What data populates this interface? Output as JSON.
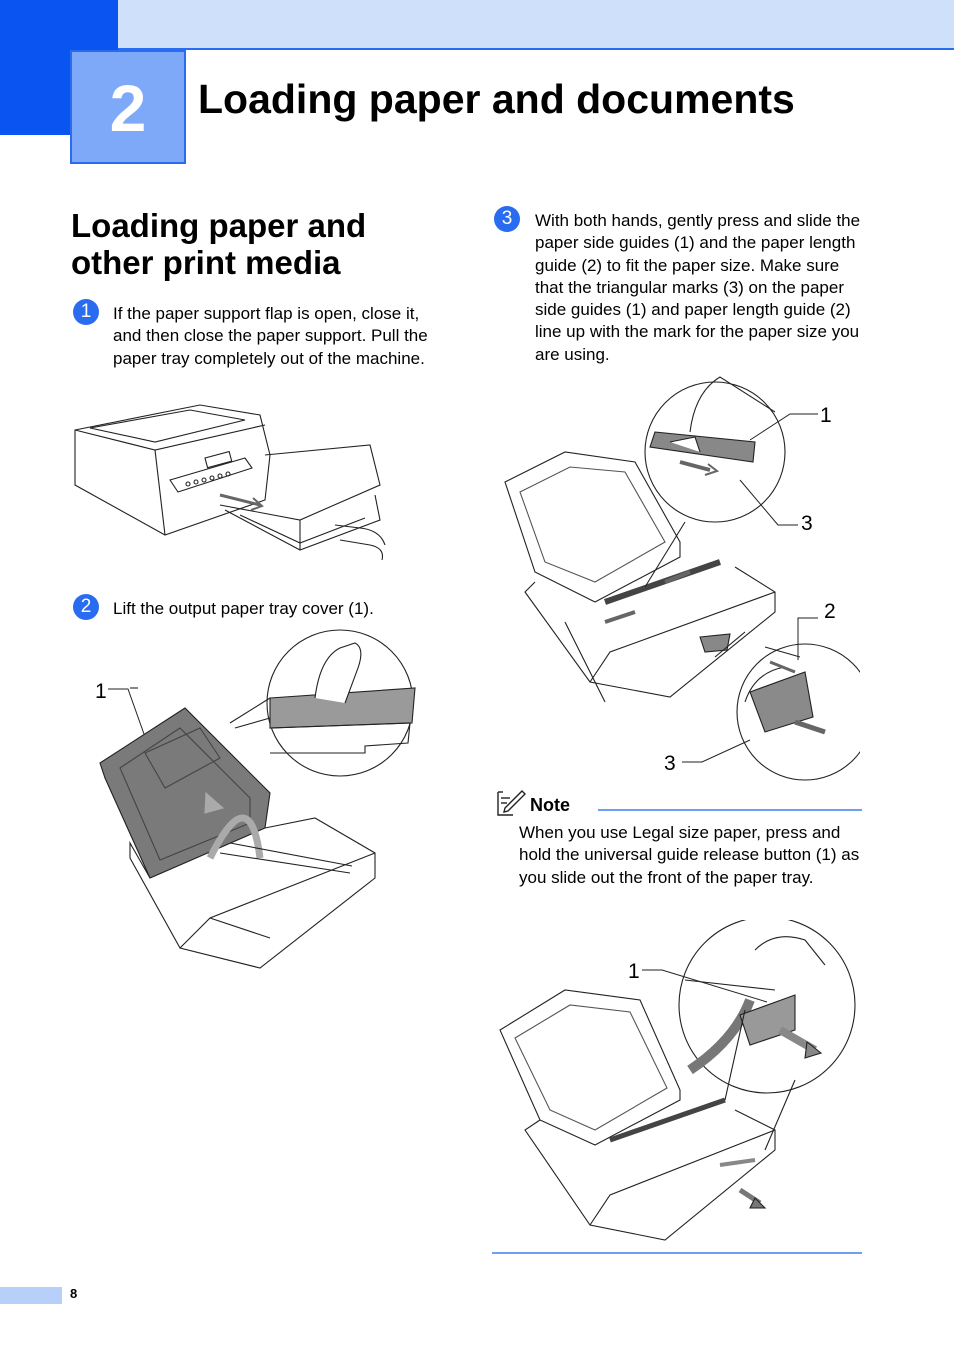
{
  "chapter": {
    "number": "2",
    "title": "Loading paper and documents"
  },
  "section": {
    "title": "Loading paper and other print media"
  },
  "steps": [
    {
      "number": "1",
      "text": "If the paper support flap is open, close it, and then close the paper support. Pull the paper tray completely out of the machine."
    },
    {
      "number": "2",
      "text": "Lift the output paper tray cover (1)."
    },
    {
      "number": "3",
      "text": "With both hands, gently press and slide the paper side guides (1) and the paper length guide (2) to fit the paper size. Make sure that the triangular marks (3) on the paper side guides (1) and paper length guide (2) line up with the mark for the paper size you are using."
    }
  ],
  "figures": {
    "fig2_callouts": [
      "1"
    ],
    "fig3_callouts": [
      "1",
      "3",
      "2",
      "3"
    ],
    "fig_note_callouts": [
      "1"
    ]
  },
  "note": {
    "title": "Note",
    "text": "When you use Legal size paper, press and hold the universal guide release button (1) as you slide out the front of the paper tray."
  },
  "footer": {
    "page_number": "8"
  },
  "colors": {
    "accent": "#0a55f2",
    "light_band": "#cfe0fb",
    "chapter_box": "#7ea8f8",
    "rule": "#6f9ef7"
  }
}
